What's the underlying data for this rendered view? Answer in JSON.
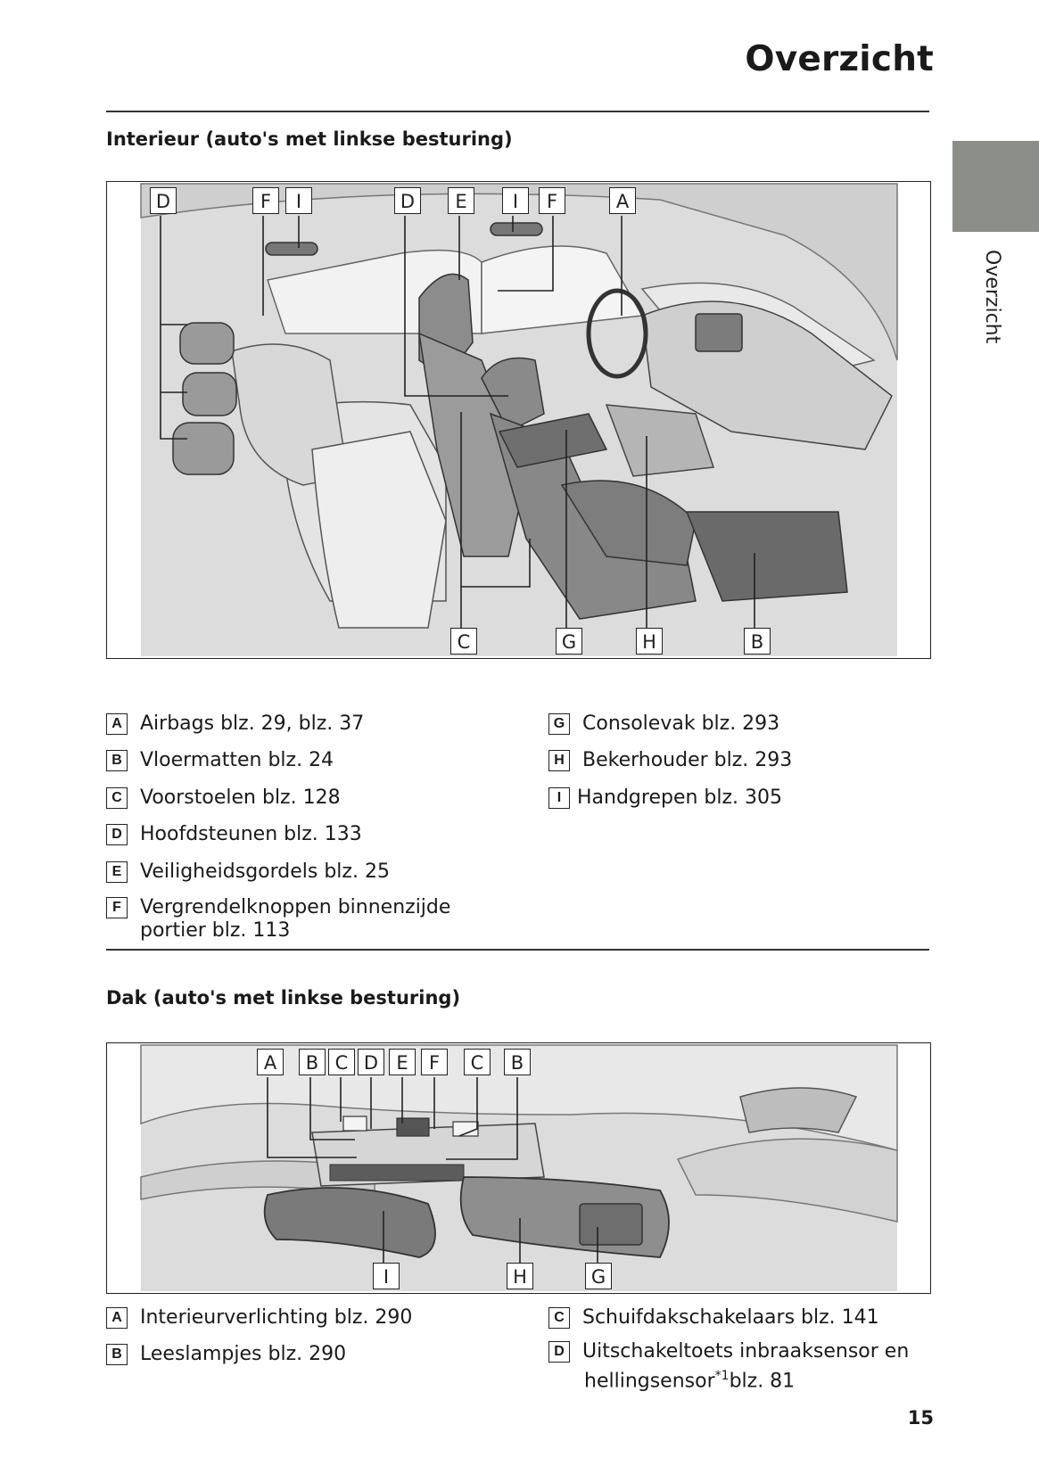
{
  "header": {
    "title": "Overzicht"
  },
  "side_tab": {
    "label": "Overzicht"
  },
  "interior": {
    "title": "Interieur (auto's met linkse besturing)",
    "callouts_top": [
      "D",
      "F",
      "I",
      "D",
      "E",
      "I",
      "F",
      "A"
    ],
    "callouts_bottom": [
      "C",
      "G",
      "H",
      "B"
    ],
    "legend_left": [
      {
        "key": "A",
        "text": "Airbags blz. 29, blz. 37"
      },
      {
        "key": "B",
        "text": "Vloermatten blz. 24"
      },
      {
        "key": "C",
        "text": "Voorstoelen blz. 128"
      },
      {
        "key": "D",
        "text": "Hoofdsteunen blz. 133"
      },
      {
        "key": "E",
        "text": "Veiligheidsgordels blz. 25"
      },
      {
        "key": "F",
        "text": "Vergrendelknoppen binnenzijde",
        "cont": "portier blz. 113"
      }
    ],
    "legend_right": [
      {
        "key": "G",
        "text": "Consolevak blz. 293"
      },
      {
        "key": "H",
        "text": "Bekerhouder blz. 293"
      },
      {
        "key": "I",
        "text": "Handgrepen blz. 305"
      }
    ]
  },
  "roof": {
    "title": "Dak (auto's met linkse besturing)",
    "callouts_top": [
      "A",
      "B",
      "C",
      "D",
      "E",
      "F",
      "C",
      "B"
    ],
    "callouts_bottom": [
      "I",
      "H",
      "G"
    ],
    "legend_left": [
      {
        "key": "A",
        "text": "Interieurverlichting blz. 290"
      },
      {
        "key": "B",
        "text": "Leeslampjes blz. 290"
      }
    ],
    "legend_right": [
      {
        "key": "C",
        "text": "Schuifdakschakelaars blz. 141"
      },
      {
        "key": "D",
        "text": "Uitschakeltoets inbraaksensor en",
        "cont_pre": "hellingsensor",
        "cont_sup": "*1",
        "cont_post": "blz. 81"
      }
    ]
  },
  "page_number": "15"
}
